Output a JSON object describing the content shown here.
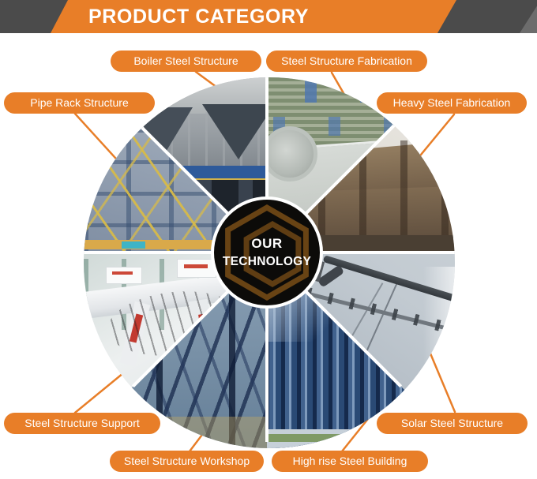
{
  "banner": {
    "title": "PRODUCT CATEGORY"
  },
  "center": {
    "line1": "OUR",
    "line2": "TECHNOLOGY"
  },
  "labels": [
    {
      "id": "boiler-steel-structure",
      "text": "Boiler Steel Structure"
    },
    {
      "id": "steel-structure-fabrication",
      "text": "Steel Structure Fabrication"
    },
    {
      "id": "pipe-rack-structure",
      "text": "Pipe Rack Structure"
    },
    {
      "id": "heavy-steel-fabrication",
      "text": "Heavy Steel Fabrication"
    },
    {
      "id": "steel-structure-support",
      "text": "Steel Structure Support"
    },
    {
      "id": "solar-steel-structure",
      "text": "Solar Steel Structure"
    },
    {
      "id": "steel-structure-workshop",
      "text": "Steel Structure Workshop"
    },
    {
      "id": "high-rise-steel-building",
      "text": "High rise Steel Building"
    }
  ],
  "icons": {
    "center_logo": "hexagon-logo"
  },
  "colors": {
    "accent_orange": "#E87E28",
    "banner_dark_gray": "#4B4B4B",
    "badge_black": "#0C0B09",
    "logo_brown": "#6E4715",
    "divider_white": "#FFFFFF"
  }
}
